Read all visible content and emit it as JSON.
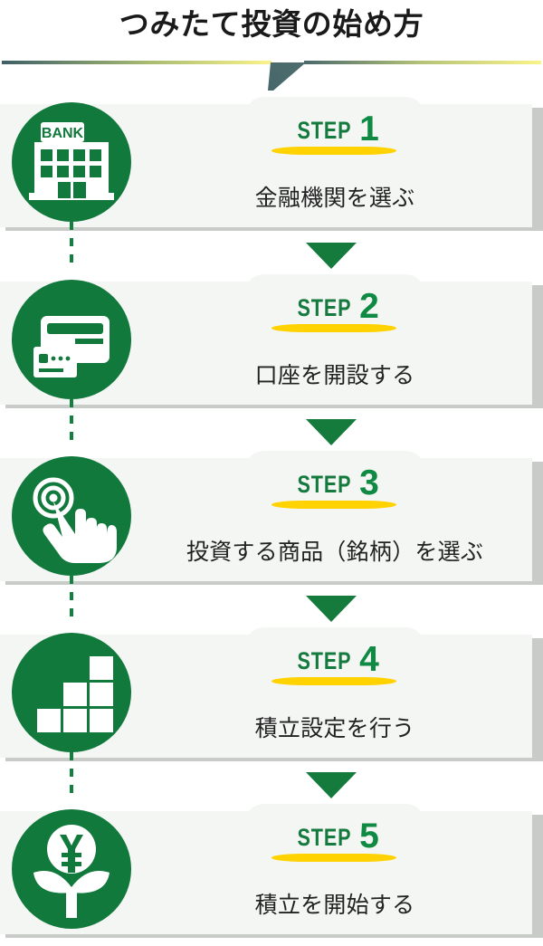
{
  "page": {
    "title": "つみたて投資の始め方",
    "accent_green": "#11793c",
    "accent_yellow": "#ffd200",
    "card_bg": "#f4f6f4",
    "card_shadow": "#c9cbc9",
    "text_color": "#222222"
  },
  "divider": {
    "name": "gradient-divider",
    "gradient_from": "#3d5f66",
    "gradient_to": "#fbf38a"
  },
  "steps": [
    {
      "label_word": "STEP",
      "label_number": "1",
      "text": "金融機関を選ぶ",
      "icon": "bank-building-icon",
      "icon_caption": "BANK"
    },
    {
      "label_word": "STEP",
      "label_number": "2",
      "text": "口座を開設する",
      "icon": "bankbook-card-icon",
      "icon_caption": ""
    },
    {
      "label_word": "STEP",
      "label_number": "3",
      "text": "投資する商品（銘柄）を選ぶ",
      "icon": "tap-hand-icon",
      "icon_caption": ""
    },
    {
      "label_word": "STEP",
      "label_number": "4",
      "text": "積立設定を行う",
      "icon": "bar-chart-icon",
      "icon_caption": ""
    },
    {
      "label_word": "STEP",
      "label_number": "5",
      "text": "積立を開始する",
      "icon": "yen-sprout-icon",
      "icon_caption": ""
    }
  ]
}
